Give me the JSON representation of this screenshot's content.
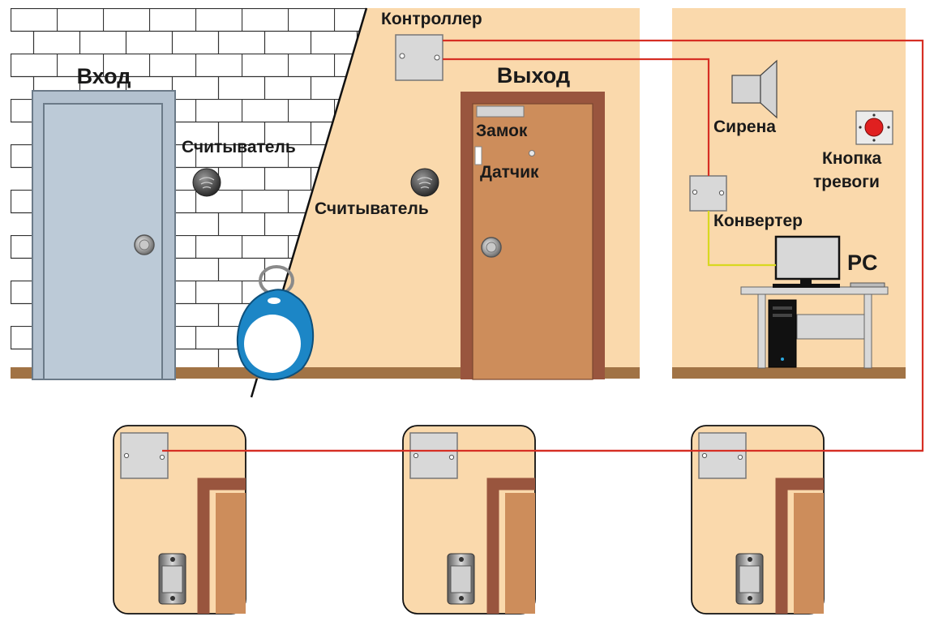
{
  "labels": {
    "entrance": "Вход",
    "exit": "Выход",
    "controller": "Контроллер",
    "reader_outside": "Считыватель",
    "reader_inside": "Считыватель",
    "lock": "Замок",
    "sensor": "Датчик",
    "siren": "Сирена",
    "alarm_button_line1": "Кнопка",
    "alarm_button_line2": "тревоги",
    "converter": "Конвертер",
    "pc": "PC"
  },
  "colors": {
    "wall": "#fad9ac",
    "brick_wall": "#ffffff",
    "floor": "#a17345",
    "entrance_door": "#b9c6d3",
    "exit_door": "#cd8d5b",
    "door_frame": "#99553e",
    "controller_box": "#d4d4d4",
    "line_network": "#d62f24",
    "line_interface": "#d8d820",
    "keyfob": "#1c86c6",
    "alarm_button": "#e02020"
  },
  "icons": [
    "keyfob-icon",
    "reader-icon",
    "siren-icon",
    "alarm-button-icon",
    "computer-icon",
    "controller-box-icon",
    "converter-box-icon",
    "door-reader-icon"
  ]
}
